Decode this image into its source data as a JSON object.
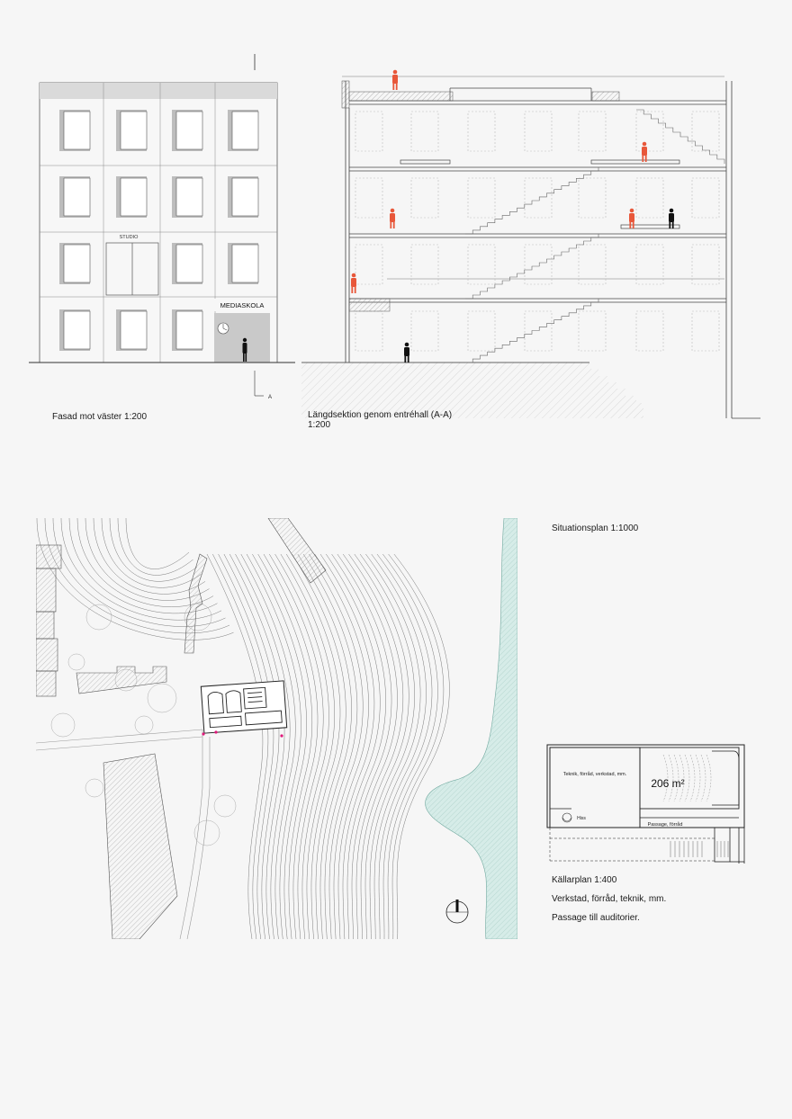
{
  "facade": {
    "caption": "Fasad mot väster 1:200",
    "studio_label": "STUDIO",
    "sign_label": "MEDIASKOLA",
    "section_marker": "A"
  },
  "section": {
    "caption_line1": "Längdsektion genom entréhall (A-A)",
    "caption_line2": "1:200"
  },
  "site_plan": {
    "caption": "Situationsplan 1:1000"
  },
  "basement": {
    "room_label": "Teknik, förråd, verkstad, mm.",
    "area": "206 m²",
    "lift_label": "Hiss",
    "passage_label": "Passage, förråd",
    "caption": "Källarplan 1:400",
    "desc1": "Verkstad, förråd, teknik, mm.",
    "desc2": "Passage till auditorier."
  },
  "colors": {
    "figure_accent": "#e8573a",
    "water": "#d6ece8",
    "hatch": "#9a9a9a"
  }
}
